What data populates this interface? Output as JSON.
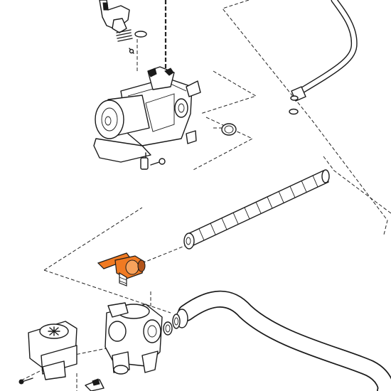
{
  "colors": {
    "line": "#1a1a1a",
    "highlight": "#f07a22",
    "highlight_dark": "#b3541a",
    "background": "#ffffff"
  },
  "parts": [
    {
      "name": "top-connector",
      "highlighted": false
    },
    {
      "name": "pump-assembly",
      "highlighted": false
    },
    {
      "name": "upper-pipe",
      "highlighted": false
    },
    {
      "name": "corrugated-hose",
      "highlighted": false
    },
    {
      "name": "drain-valve",
      "highlighted": true
    },
    {
      "name": "lower-valve-body",
      "highlighted": false
    },
    {
      "name": "motor-actuator",
      "highlighted": false
    },
    {
      "name": "lower-pipe",
      "highlighted": false
    },
    {
      "name": "o-rings",
      "highlighted": false
    }
  ]
}
